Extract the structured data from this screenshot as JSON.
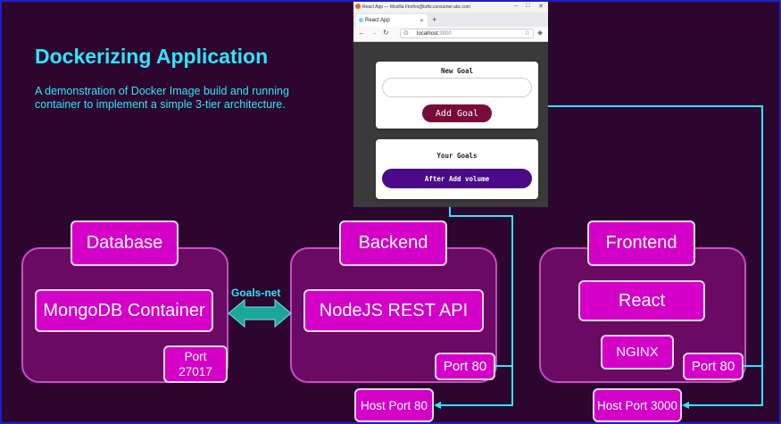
{
  "header": {
    "title": "Dockerizing Application",
    "subtitle": "A demonstration of Docker Image build and running container to implement a simple 3-tier architecture."
  },
  "tiers": {
    "database": {
      "label": "Database",
      "container": "MongoDB Container",
      "port": "Port 27017"
    },
    "backend": {
      "label": "Backend",
      "container": "NodeJS REST API",
      "port": "Port 80",
      "host_port": "Host Port 80"
    },
    "frontend": {
      "label": "Frontend",
      "container": "React",
      "server": "NGINX",
      "port": "Port 80",
      "host_port": "Host Port 3000"
    }
  },
  "network": {
    "label": "Goals-net"
  },
  "browser": {
    "window_title": "React App — Mozilla Firefox@tufts.consumer.abc.com",
    "tab_label": "React App",
    "url_host": "localhost",
    "url_port": ":3000",
    "new_goal_title": "New Goal",
    "input_value": "",
    "add_button": "Add Goal",
    "your_goals_title": "Your Goals",
    "goals": [
      "After Add volume"
    ]
  },
  "colors": {
    "background": "#2d0630",
    "accent_cyan": "#2ee6f5",
    "panel": "#6a0a64",
    "pill": "#d400c8",
    "border": "#1c20c8"
  }
}
